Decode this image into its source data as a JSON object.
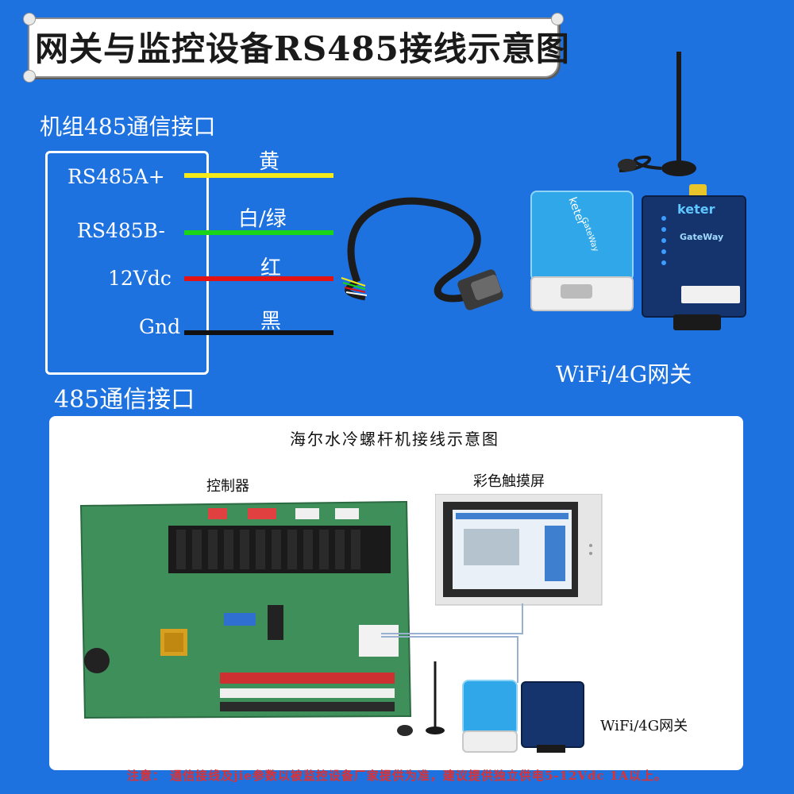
{
  "title": "网关与监控设备RS485接线示意图",
  "unit_interface_label": "机组485通信接口",
  "interface_caption": "485通信接口",
  "signals": [
    {
      "name": "RS485A+",
      "wire": "黄",
      "color": "#f4ea1a"
    },
    {
      "name": "RS485B-",
      "wire": "白/绿",
      "color": "#19d419"
    },
    {
      "name": "12Vdc",
      "wire": "红",
      "color": "#e31313"
    },
    {
      "name": "Gnd",
      "wire": "黑",
      "color": "#111111"
    }
  ],
  "gateway_caption": "WiFi/4G网关",
  "gateway_devices": [
    {
      "brand": "keter",
      "label": "GateWay",
      "style": "blue"
    },
    {
      "brand": "keter",
      "label": "GateWay",
      "style": "navy"
    }
  ],
  "panel": {
    "title": "海尔水冷螺杆机接线示意图",
    "controller_label": "控制器",
    "screen_label": "彩色触摸屏",
    "gateway_caption": "WiFi/4G网关"
  },
  "note": "注意： 通信接线及jie参数以被监控设备厂家提供为准，建议提供独立供电5-12Vdc 1A以上。",
  "colors": {
    "background": "#1e72e0",
    "note": "#e03030"
  }
}
